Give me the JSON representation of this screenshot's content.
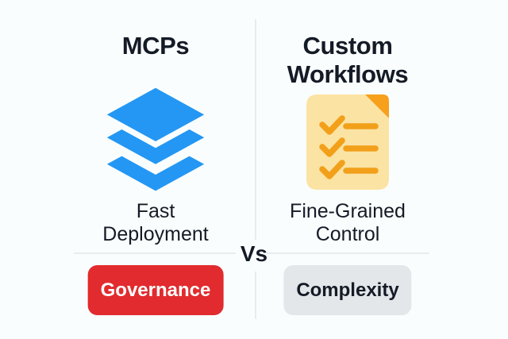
{
  "page": {
    "vs_label": "Vs"
  },
  "left": {
    "title": "MCPs",
    "icon": "layers-icon",
    "subtitle": "Fast Deployment",
    "badge": {
      "label": "Governance"
    }
  },
  "right": {
    "title": "Custom Workflows",
    "icon": "checklist-document-icon",
    "subtitle": "Fine-Grained Control",
    "badge": {
      "label": "Complexity"
    }
  },
  "colors": {
    "background": "#fafdfe",
    "accent-blue": "#2397f3",
    "doc-body": "#fbe3a3",
    "doc-orange": "#f2a01a",
    "fold-orange": "#f7a01c",
    "badge-red": "#e12b2e",
    "badge-red-text": "#ffffff",
    "badge-gray": "#e3e7ea",
    "text-dark": "#141b26",
    "divider": "#e6ecef"
  }
}
